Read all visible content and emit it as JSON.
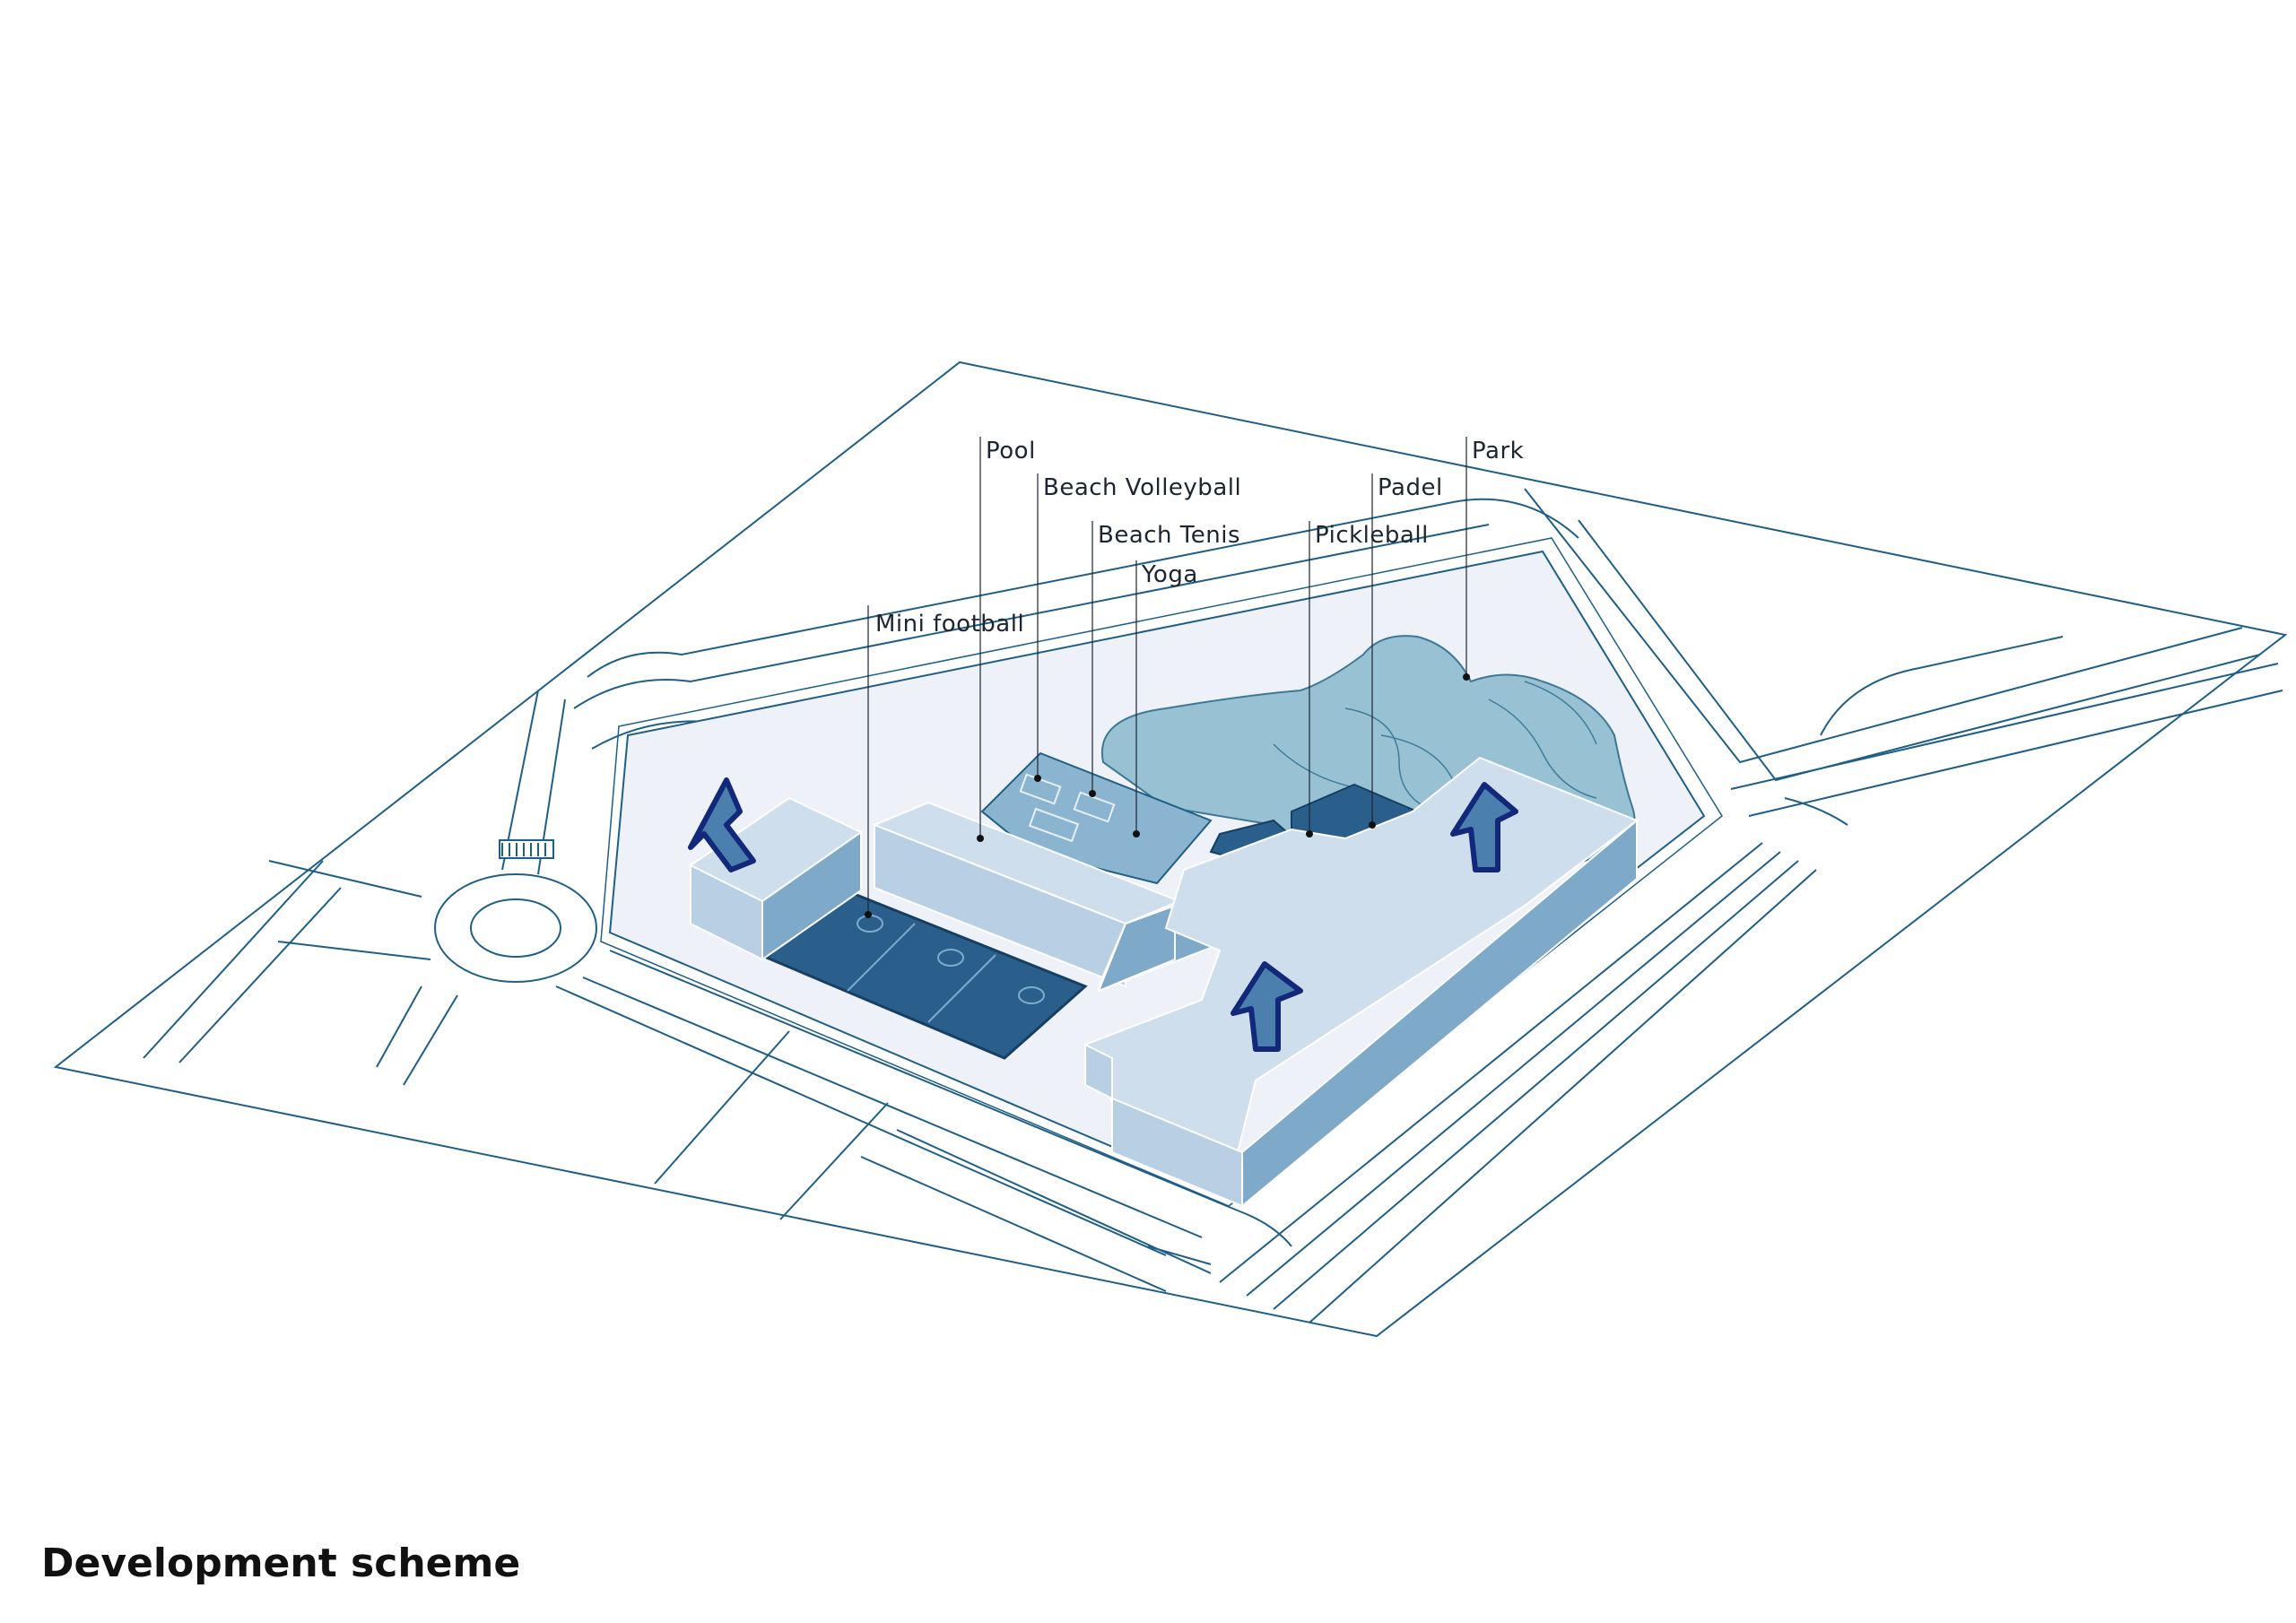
{
  "title": "Development scheme",
  "labels": {
    "pool": "Pool",
    "beach_volleyball": "Beach Volleyball",
    "beach_tenis": "Beach Tenis",
    "yoga": "Yoga",
    "mini_football": "Mini football",
    "park": "Park",
    "padel": "Padel",
    "pickleball": "Pickleball"
  },
  "colors": {
    "line": "#1f5f86",
    "site_fill": "#eef2f8",
    "building_top": "#cfdeec",
    "building_side": "#7fa9c8",
    "building_side_dark": "#5f8fb5",
    "park_fill": "#8fbdd0",
    "court_fill": "#2a5f8c",
    "arrow_fill": "#4a7fae",
    "arrow_stroke": "#12287a"
  },
  "icons": [
    "up-arrow-icon"
  ]
}
